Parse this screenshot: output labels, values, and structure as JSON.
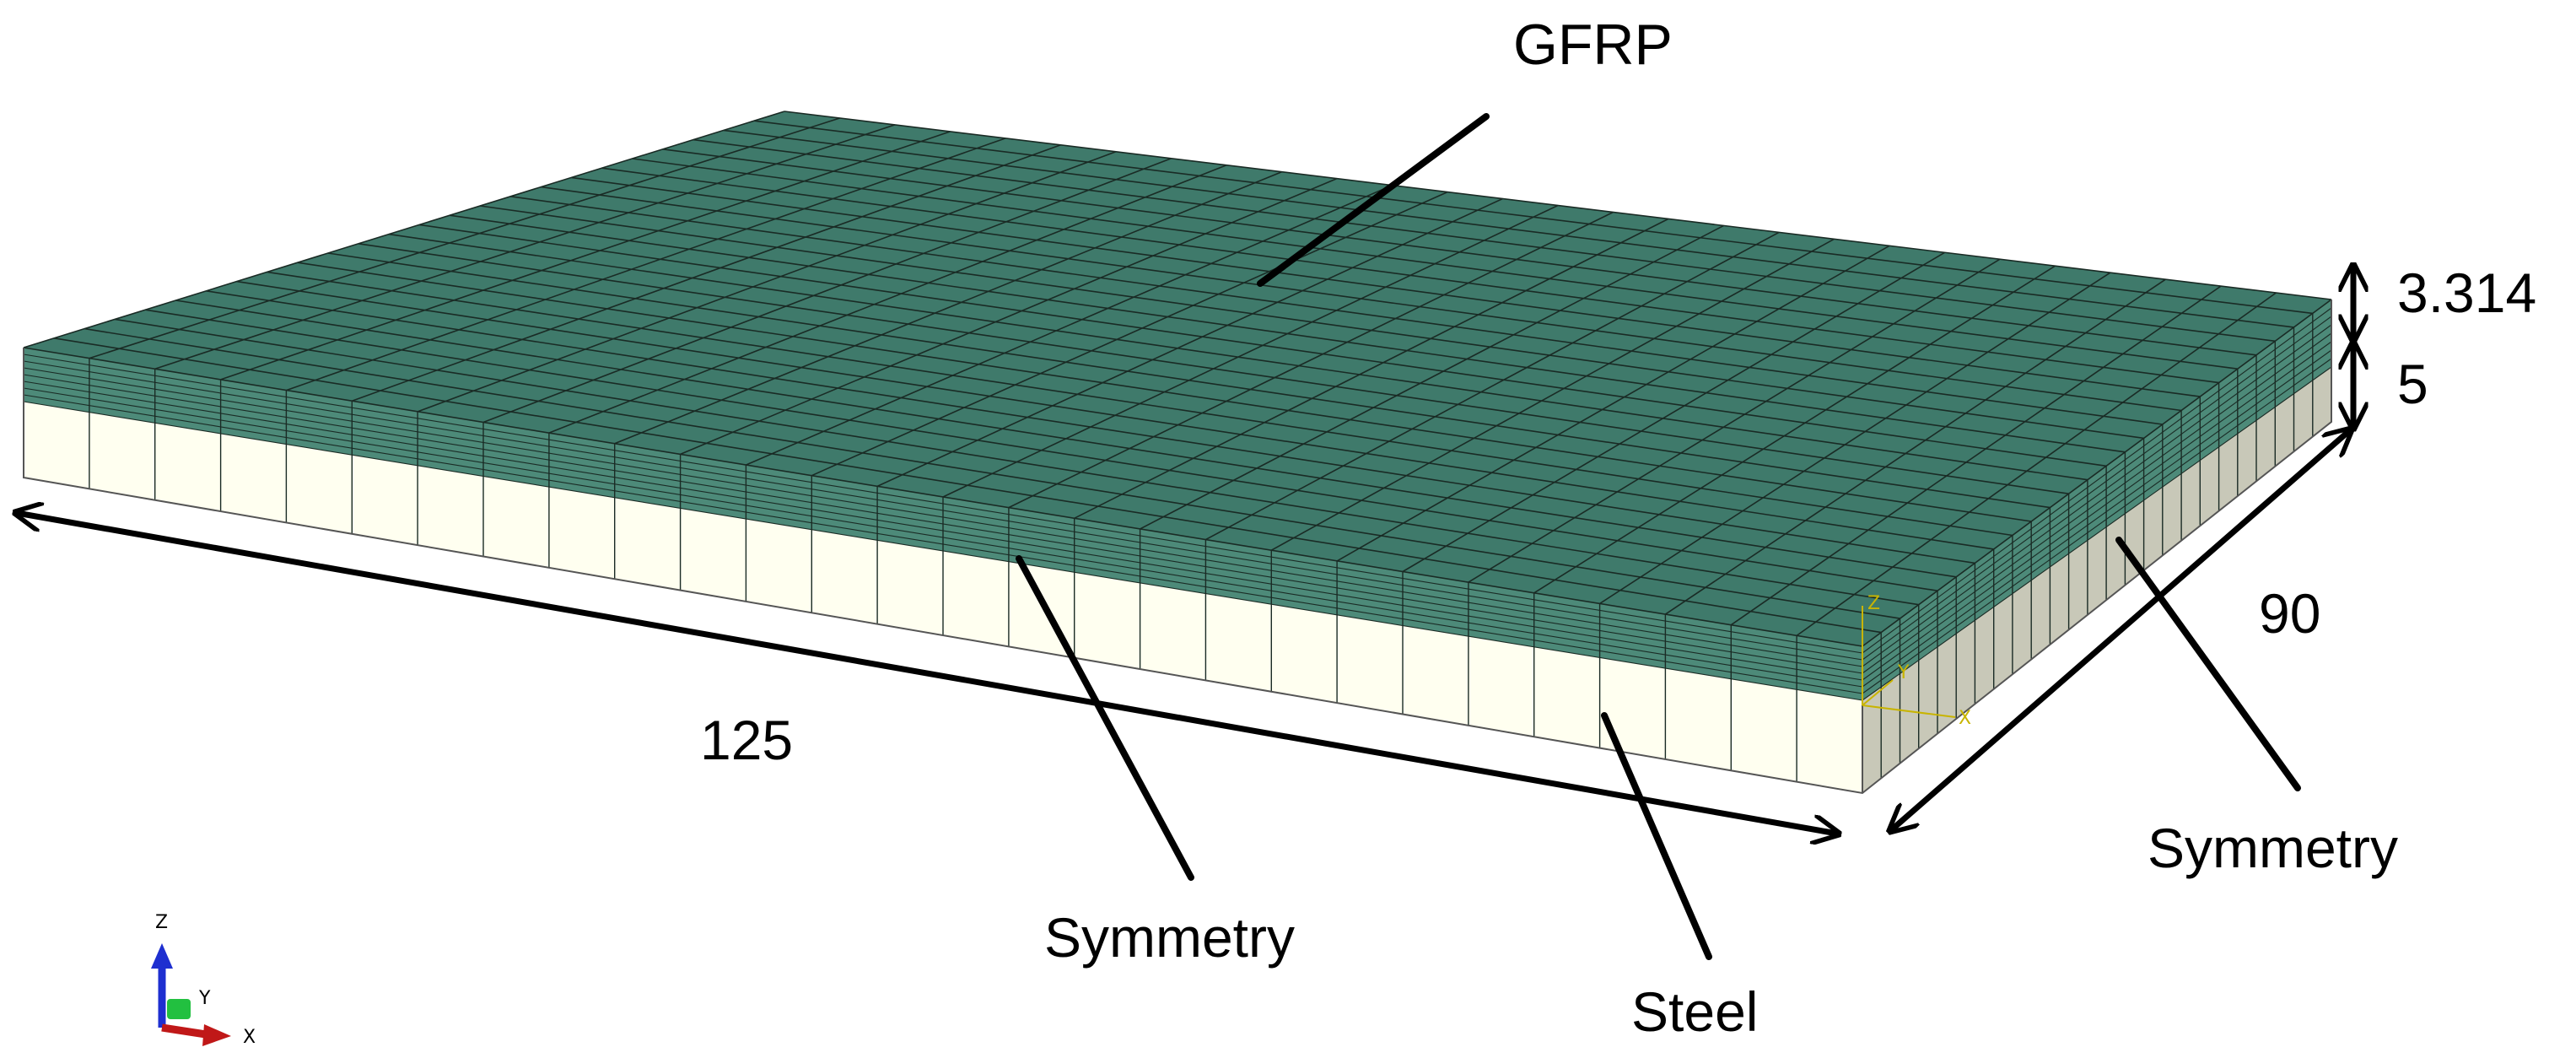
{
  "labels": {
    "top_material": "GFRP",
    "bottom_material": "Steel",
    "symmetry_front": "Symmetry",
    "symmetry_side": "Symmetry"
  },
  "dimensions": {
    "length": "125",
    "width": "90",
    "gfrp_thickness": "3.314",
    "steel_thickness": "5"
  },
  "mesh": {
    "elements_length": 28,
    "elements_width": 25,
    "gfrp_plies": 8
  },
  "triad_main": {
    "z": "Z",
    "y": "Y",
    "x": "X"
  },
  "triad_local": {
    "z": "Z",
    "y": "Y",
    "x": "X"
  },
  "colors": {
    "gfrp_top": "#3f7a6b",
    "gfrp_side": "#4d8a79",
    "steel_front": "#fffff0",
    "steel_side": "#c8c8b8",
    "mesh_line": "#1a2b25",
    "triad_z": "#1e2fd0",
    "triad_y": "#22c040",
    "triad_x": "#c01818",
    "local_axes": "#c8b400"
  }
}
